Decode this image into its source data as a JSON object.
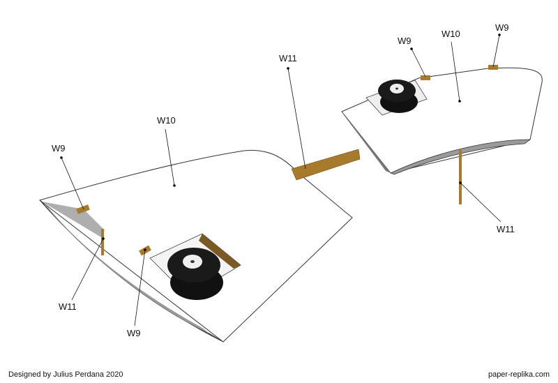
{
  "labels": {
    "left_w9_top": "W9",
    "left_w10": "W10",
    "left_w11": "W11",
    "left_w9_bottom": "W9",
    "center_w11": "W11",
    "right_w9_left": "W9",
    "right_w10": "W10",
    "right_w9_right": "W9",
    "right_w11": "W11"
  },
  "footer": {
    "credit": "Designed by Julius Perdana 2020",
    "website": "paper-replika.com"
  },
  "colors": {
    "spar": "#a87a2c",
    "surface": "#ffffff",
    "inner": "#8c8c8c",
    "tire": "#111111"
  }
}
